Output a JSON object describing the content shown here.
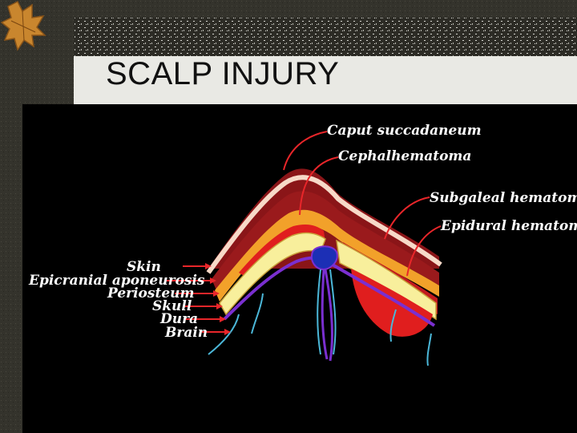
{
  "slide": {
    "title": "SCALP INJURY"
  },
  "diagram": {
    "labels": {
      "caput_succadaneum": "Caput succadaneum",
      "cephalhematoma": "Cephalhematoma",
      "subgaleal_hematoma": "Subgaleal hematoma",
      "epidural_hematoma": "Epidural hematoma",
      "skin": "Skin",
      "epicranial_aponeurosis": "Epicranial aponeurosis",
      "periosteum": "Periosteum",
      "skull": "Skull",
      "dura": "Dura",
      "brain": "Brain"
    }
  },
  "colors": {
    "background": "#34332c",
    "title_band": "#e9e9e4",
    "panel": "#000000",
    "pointer": "#e8262a",
    "caput": "#8a1518",
    "cephalhematoma": "#e01e1e",
    "skin": "#f7d9c8",
    "aponeurosis": "#f2a12a",
    "skull": "#f8ef9c",
    "dura": "#7a2fd0",
    "brain_vessels": "#4bb7d8"
  },
  "icons": {
    "corner": "maple-leaf-icon"
  }
}
